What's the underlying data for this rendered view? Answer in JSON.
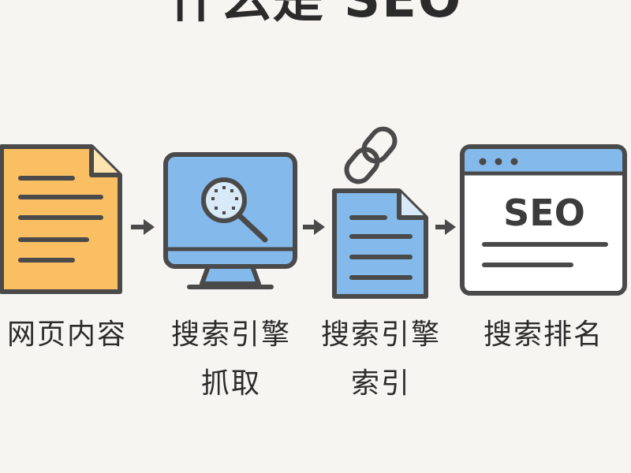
{
  "title": "什么是 SEO",
  "steps": [
    {
      "icon": "document-icon",
      "label_lines": [
        "网页内容"
      ]
    },
    {
      "icon": "monitor-magnifier-icon",
      "label_lines": [
        "搜索引擎",
        "抓取"
      ]
    },
    {
      "icon": "document-link-icon",
      "label_lines": [
        "搜索引擎",
        "索引"
      ]
    },
    {
      "icon": "browser-window-icon",
      "label_lines": [
        "搜索排名"
      ],
      "screen_text": "SEO"
    }
  ],
  "colors": {
    "background": "#f7f5f1",
    "outline": "#4a4a4a",
    "orange": "#fbbf63",
    "blue": "#84b9ec",
    "light_blue": "#d8e9f8",
    "text": "#2b2b2b"
  }
}
